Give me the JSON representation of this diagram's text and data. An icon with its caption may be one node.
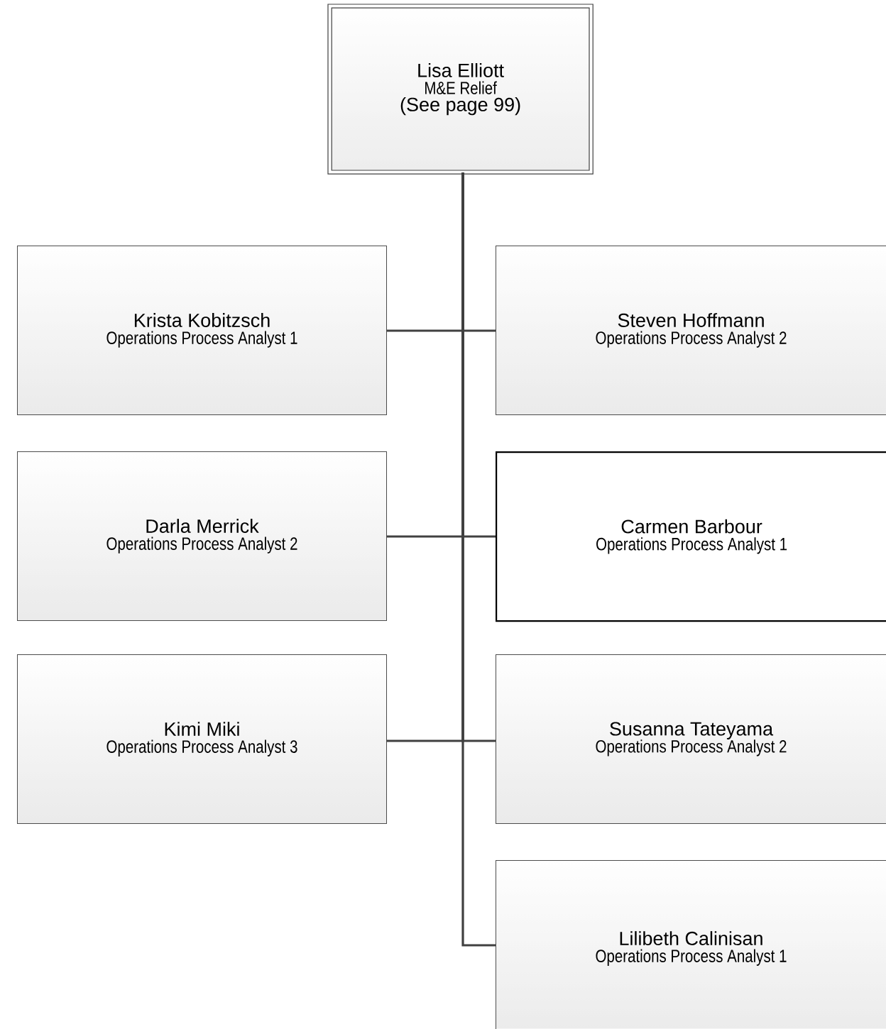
{
  "diagram": {
    "nodes": [
      {
        "text": [
          "Lisa Elliott",
          "M&E Relief",
          "(See page 99)"
        ]
      },
      {
        "text": [
          "Krista Kobitzsch",
          "Operations Process Analyst 1"
        ]
      },
      {
        "text": [
          "Steven Hoffmann",
          "Operations Process Analyst 2"
        ]
      },
      {
        "text": [
          "Darla Merrick",
          "Operations Process Analyst 2"
        ]
      },
      {
        "text": [
          "Carmen Barbour",
          "Operations Process Analyst 1"
        ]
      },
      {
        "text": [
          "Kimi Miki",
          "Operations Process Analyst 3"
        ]
      },
      {
        "text": [
          "Susanna Tateyama",
          "Operations Process Analyst 2"
        ]
      },
      {
        "text": [
          "Lilibeth Calinisan",
          "Operations Process Analyst 1"
        ]
      }
    ],
    "edges": [
      {
        "from": 0,
        "to": 1,
        "arrow": "none"
      },
      {
        "from": 0,
        "to": 2,
        "arrow": "none"
      },
      {
        "from": 0,
        "to": 3,
        "arrow": "none"
      },
      {
        "from": 0,
        "to": 4,
        "arrow": "none"
      },
      {
        "from": 0,
        "to": 5,
        "arrow": "none"
      },
      {
        "from": 0,
        "to": 6,
        "arrow": "none"
      },
      {
        "from": 0,
        "to": 7,
        "arrow": "none"
      }
    ]
  }
}
